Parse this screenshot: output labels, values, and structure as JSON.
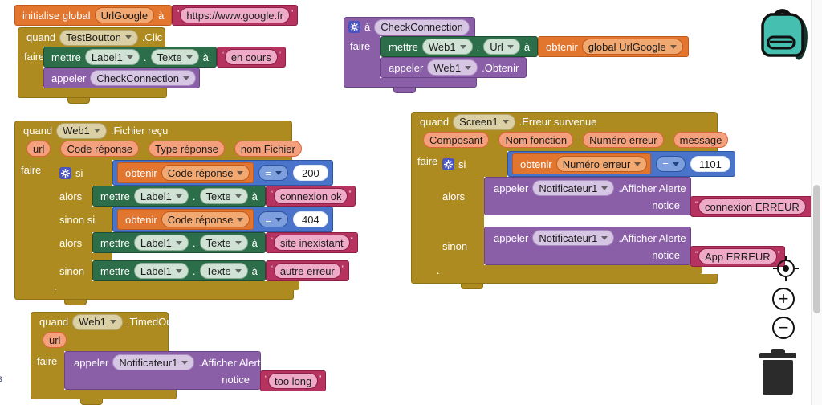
{
  "labels": {
    "initialise_global": "initialise global",
    "a": "à",
    "quand": "quand",
    "faire": "faire",
    "mettre": "mettre",
    "appeler": "appeler",
    "obtenir": "obtenir",
    "si": "si",
    "alors": "alors",
    "sinon_si": "sinon si",
    "sinon": "sinon",
    "eq": "=",
    "dot": ".",
    "notice": "notice",
    "qo": "“",
    "qc": "”"
  },
  "icons": {
    "plus": "+",
    "minus": "−"
  },
  "edge": {
    "partial_char": "s"
  },
  "blocks": {
    "init_global": {
      "var_name": "UrlGoogle",
      "value": "https://www.google.fr"
    },
    "when_test_button": {
      "component": "TestBoutton",
      "event": ".Clic",
      "set_label": {
        "component": "Label1",
        "prop": "Texte",
        "value": "en cours"
      },
      "call_proc": "CheckConnection"
    },
    "proc_check": {
      "name": "CheckConnection",
      "set_url": {
        "component": "Web1",
        "prop": "Url",
        "getter": "global UrlGoogle"
      },
      "call": {
        "component": "Web1",
        "method": ".Obtenir"
      }
    },
    "when_got_file": {
      "component": "Web1",
      "event": ".Fichier reçu",
      "params": [
        "url",
        "Code réponse",
        "Type réponse",
        "nom Fichier"
      ],
      "if_cond": {
        "getter": "Code réponse",
        "value": "200"
      },
      "then_set": {
        "component": "Label1",
        "prop": "Texte",
        "value": "connexion ok"
      },
      "elseif_cond": {
        "getter": "Code réponse",
        "value": "404"
      },
      "then2_set": {
        "component": "Label1",
        "prop": "Texte",
        "value": "site inexistant"
      },
      "else_set": {
        "component": "Label1",
        "prop": "Texte",
        "value": "autre erreur"
      }
    },
    "when_error": {
      "component": "Screen1",
      "event": ".Erreur survenue",
      "params": [
        "Composant",
        "Nom fonction",
        "Numéro erreur",
        "message"
      ],
      "if_cond": {
        "getter": "Numéro erreur",
        "value": "1101"
      },
      "then_call": {
        "component": "Notificateur1",
        "method": ".Afficher Alerte",
        "notice": "connexion ERREUR"
      },
      "else_call": {
        "component": "Notificateur1",
        "method": ".Afficher Alerte",
        "notice": "App ERREUR"
      }
    },
    "when_timeout": {
      "component": "Web1",
      "event": ".TimedOut",
      "params": [
        "url"
      ],
      "call": {
        "component": "Notificateur1",
        "method": ".Afficher Alerte",
        "notice": "too long"
      }
    }
  },
  "colors": {
    "gold": "#ad8b20",
    "gold_border": "#8f7214",
    "green": "#2c6e49",
    "green_border": "#1d4d32",
    "green_pill": "#cfe2d4",
    "green_pill_border": "#8fae99",
    "purple": "#8a5fa8",
    "purple_border": "#6a4586",
    "purple_pill": "#d6c6e4",
    "purple_pill_border": "#a98cc2",
    "orange": "#e2762f",
    "orange_border": "#c05a1d",
    "orange_pill": "#f2a871",
    "blue": "#4a74c9",
    "blue_border": "#2f55a0",
    "blue_pill": "#7d9fdd",
    "crimson": "#b6325f",
    "crimson_border": "#8e2048",
    "crimson_pill": "#eeaac6",
    "param_pill": "#f4a07c",
    "param_pill_border": "#d9653a",
    "tan_pill": "#dbcfa5",
    "tan_pill_border": "#b4a671",
    "gear_bg": "#4a54c0",
    "backpack_teal": "#45c0b0",
    "scrollbar_thumb": "#c9c9c9"
  }
}
